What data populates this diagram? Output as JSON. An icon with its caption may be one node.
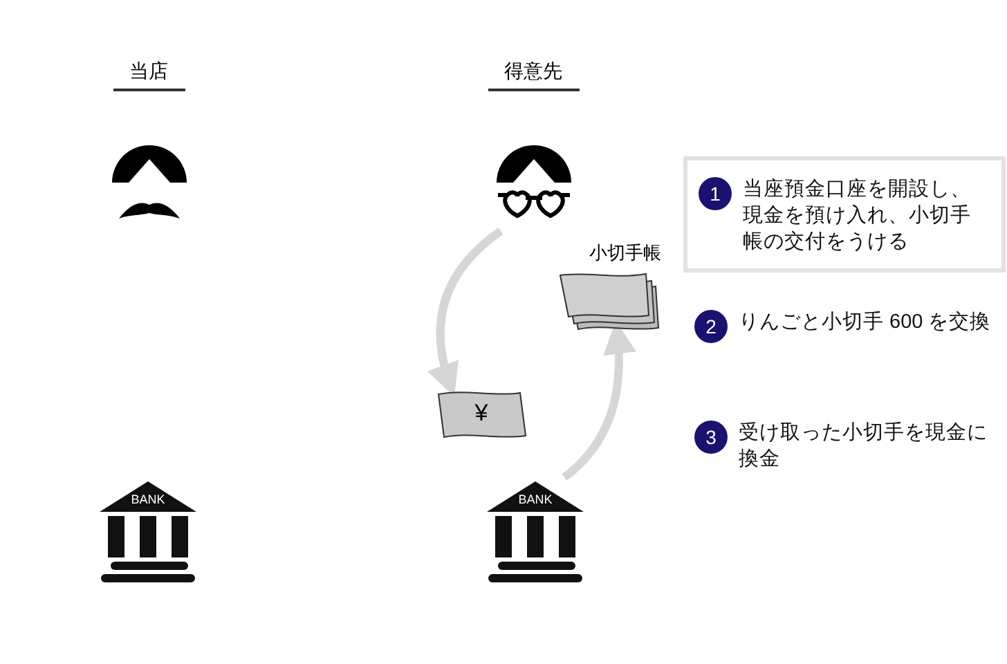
{
  "diagram": {
    "nodes": [
      {
        "text": [
          "当店"
        ]
      },
      {
        "text": [
          "得意先"
        ]
      },
      {
        "text": [
          "¥"
        ]
      },
      {
        "text": [
          "小切手帳"
        ]
      },
      {
        "text": [
          "BANK"
        ]
      },
      {
        "text": [
          "BANK"
        ]
      },
      {
        "text": [
          "1",
          "当座預金口座を開設し、現金を預け入れ、小切手帳の交付をうける"
        ]
      },
      {
        "text": [
          "2",
          "りんごと小切手 600 を交換"
        ]
      },
      {
        "text": [
          "3",
          "受け取った小切手を現金に換金"
        ]
      }
    ],
    "edges": [
      {
        "from": 1,
        "to": 2,
        "arrow": "to"
      },
      {
        "from": 5,
        "to": 3,
        "arrow": "to"
      }
    ]
  }
}
